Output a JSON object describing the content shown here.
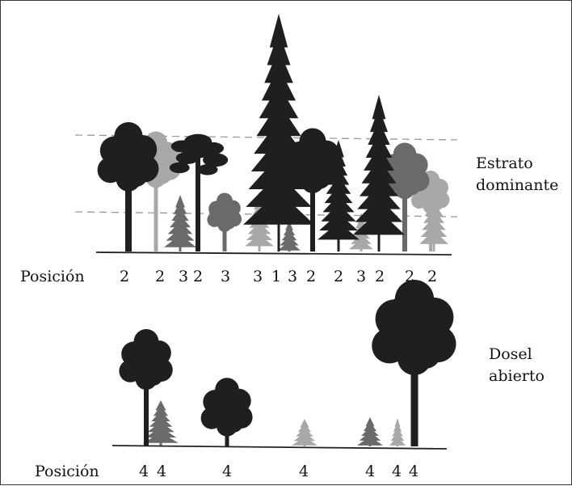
{
  "top_panel": {
    "row_label": "Posición",
    "positions": [
      "2",
      "2",
      "3",
      "2",
      "3",
      "3",
      "1",
      "3",
      "2",
      "2",
      "3",
      "2",
      "2",
      "2"
    ],
    "caption_line1": "Estrato",
    "caption_line2": "dominante"
  },
  "bottom_panel": {
    "row_label": "Posición",
    "positions": [
      "4",
      "4",
      "4",
      "4",
      "4",
      "4",
      "4"
    ],
    "caption_line1": "Dosel",
    "caption_line2": "abierto"
  },
  "colors": {
    "dark": "#1f1f1f",
    "mid": "#6a6a6a",
    "light": "#a8a8a8",
    "ground": "#222222",
    "guide": "#9a9a9a"
  }
}
